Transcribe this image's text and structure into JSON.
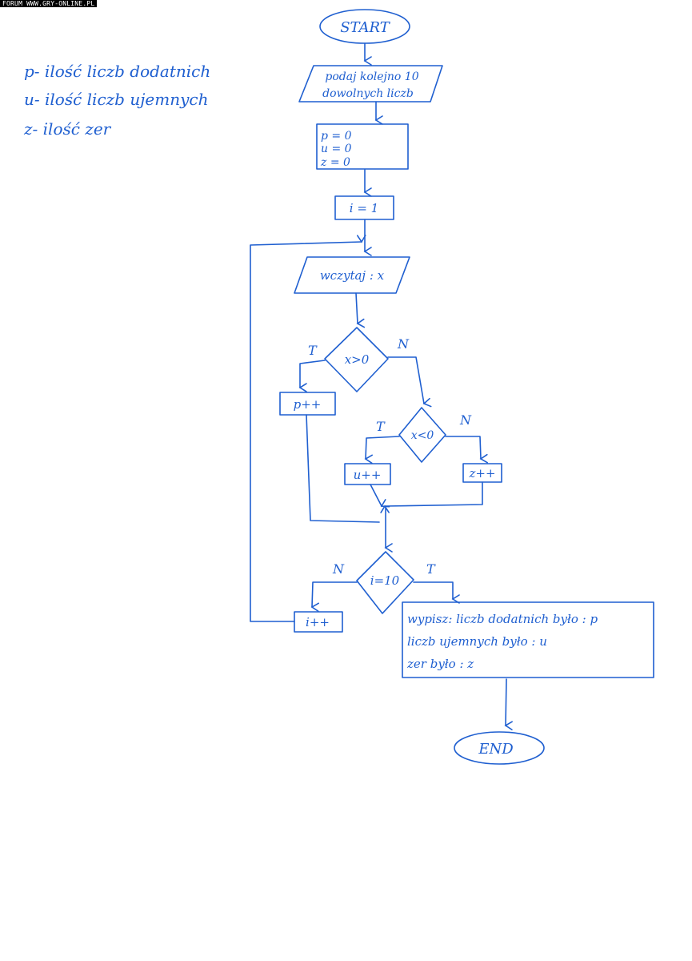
{
  "watermark": "FORUM WWW.GRY-ONLINE.PL",
  "ink_color": "#1f5fd0",
  "legend": [
    "p- ilość liczb dodatnich",
    "u- ilość liczb ujemnych",
    "z- ilość zer"
  ],
  "nodes": {
    "start": "START",
    "input_line1": "podaj kolejno 10",
    "input_line2": "dowolnych liczb",
    "init_p": "p = 0",
    "init_u": "u = 0",
    "init_z": "z = 0",
    "init_i": "i = 1",
    "read_x": "wczytaj : x",
    "cond_pos": "x>0",
    "inc_p": "p++",
    "cond_neg": "x<0",
    "inc_u": "u++",
    "inc_z": "z++",
    "cond_end": "i=10",
    "inc_i": "i++",
    "output_line1": "wypisz: liczb dodatnich było : p",
    "output_line2": "liczb ujemnych było : u",
    "output_line3": "zer było : z",
    "end": "END"
  },
  "branch_labels": {
    "pos_true": "T",
    "pos_false": "N",
    "neg_true": "T",
    "neg_false": "N",
    "end_false": "N",
    "end_true": "T"
  }
}
